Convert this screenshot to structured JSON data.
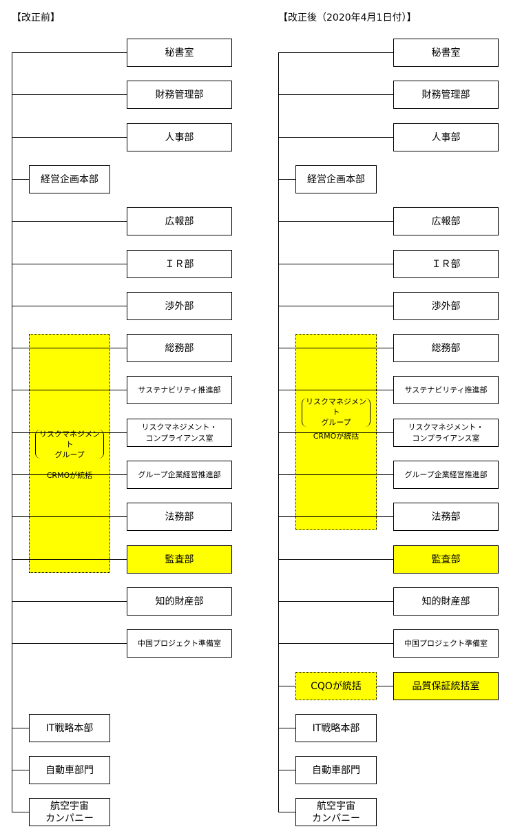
{
  "before": {
    "title": "【改正前】",
    "units": [
      {
        "label": "秘書室",
        "pos": "right"
      },
      {
        "label": "財務管理部",
        "pos": "right"
      },
      {
        "label": "人事部",
        "pos": "right"
      },
      {
        "label": "経営企画本部",
        "pos": "left"
      },
      {
        "label": "広報部",
        "pos": "right"
      },
      {
        "label": "ＩＲ部",
        "pos": "right"
      },
      {
        "label": "渉外部",
        "pos": "right"
      },
      {
        "label": "総務部",
        "pos": "right"
      },
      {
        "label": "サステナビリティ推進部",
        "pos": "right",
        "small": true
      },
      {
        "label": "リスクマネジメント・\nコンプライアンス室",
        "pos": "right",
        "small": true
      },
      {
        "label": "グループ企業経営推進部",
        "pos": "right",
        "small": true
      },
      {
        "label": "法務部",
        "pos": "right"
      },
      {
        "label": "監査部",
        "pos": "right",
        "highlight": true
      },
      {
        "label": "知的財産部",
        "pos": "right"
      },
      {
        "label": "中国プロジェクト準備室",
        "pos": "right",
        "small": true
      },
      null,
      {
        "label": "IT戦略本部",
        "pos": "left"
      },
      {
        "label": "自動車部門",
        "pos": "left"
      },
      {
        "label": "航空宇宙\nカンパニー",
        "pos": "left"
      }
    ],
    "group": {
      "name": "リスクマネジメント\nグループ",
      "note": "CRMOが統括",
      "from": 7,
      "to": 12
    }
  },
  "after": {
    "title": "【改正後（2020年4月1日付）】",
    "units": [
      {
        "label": "秘書室",
        "pos": "right"
      },
      {
        "label": "財務管理部",
        "pos": "right"
      },
      {
        "label": "人事部",
        "pos": "right"
      },
      {
        "label": "経営企画本部",
        "pos": "left"
      },
      {
        "label": "広報部",
        "pos": "right"
      },
      {
        "label": "ＩＲ部",
        "pos": "right"
      },
      {
        "label": "渉外部",
        "pos": "right"
      },
      {
        "label": "総務部",
        "pos": "right"
      },
      {
        "label": "サステナビリティ推進部",
        "pos": "right",
        "small": true
      },
      {
        "label": "リスクマネジメント・\nコンプライアンス室",
        "pos": "right",
        "small": true
      },
      {
        "label": "グループ企業経営推進部",
        "pos": "right",
        "small": true
      },
      {
        "label": "法務部",
        "pos": "right"
      },
      {
        "label": "監査部",
        "pos": "right",
        "highlight": true
      },
      {
        "label": "知的財産部",
        "pos": "right"
      },
      {
        "label": "中国プロジェクト準備室",
        "pos": "right",
        "small": true
      },
      {
        "label": "品質保証統括室",
        "pos": "right",
        "highlight": true,
        "note": "CQOが統括"
      },
      {
        "label": "IT戦略本部",
        "pos": "left"
      },
      {
        "label": "自動車部門",
        "pos": "left"
      },
      {
        "label": "航空宇宙\nカンパニー",
        "pos": "left"
      }
    ],
    "group": {
      "name": "リスクマネジメント\nグループ",
      "note": "CRMOが統括",
      "from": 7,
      "to": 11
    }
  }
}
